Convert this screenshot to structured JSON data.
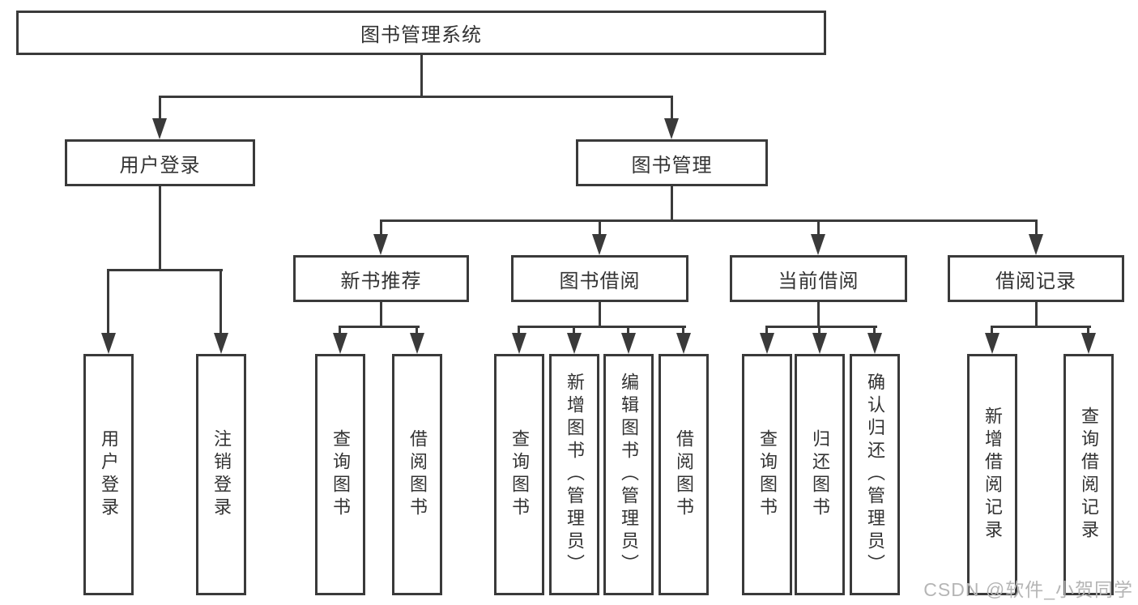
{
  "diagram": {
    "root": "图书管理系统",
    "branches": [
      {
        "label": "用户登录",
        "children": [
          "用户登录",
          "注销登录"
        ]
      },
      {
        "label": "图书管理",
        "children": [
          {
            "label": "新书推荐",
            "children": [
              "查询图书",
              "借阅图书"
            ]
          },
          {
            "label": "图书借阅",
            "children": [
              "查询图书",
              "新增图书（管理员）",
              "编辑图书（管理员）",
              "借阅图书"
            ]
          },
          {
            "label": "当前借阅",
            "children": [
              "查询图书",
              "归还图书",
              "确认归还（管理员）"
            ]
          },
          {
            "label": "借阅记录",
            "children": [
              "新增借阅记录",
              "查询借阅记录"
            ]
          }
        ]
      }
    ]
  },
  "watermark": {
    "text": "CSDN @软件_小贺同学"
  },
  "colors": {
    "line": "#3a3a3a",
    "text": "#333333",
    "background": "#ffffff",
    "watermark": "#b5b5b5"
  }
}
